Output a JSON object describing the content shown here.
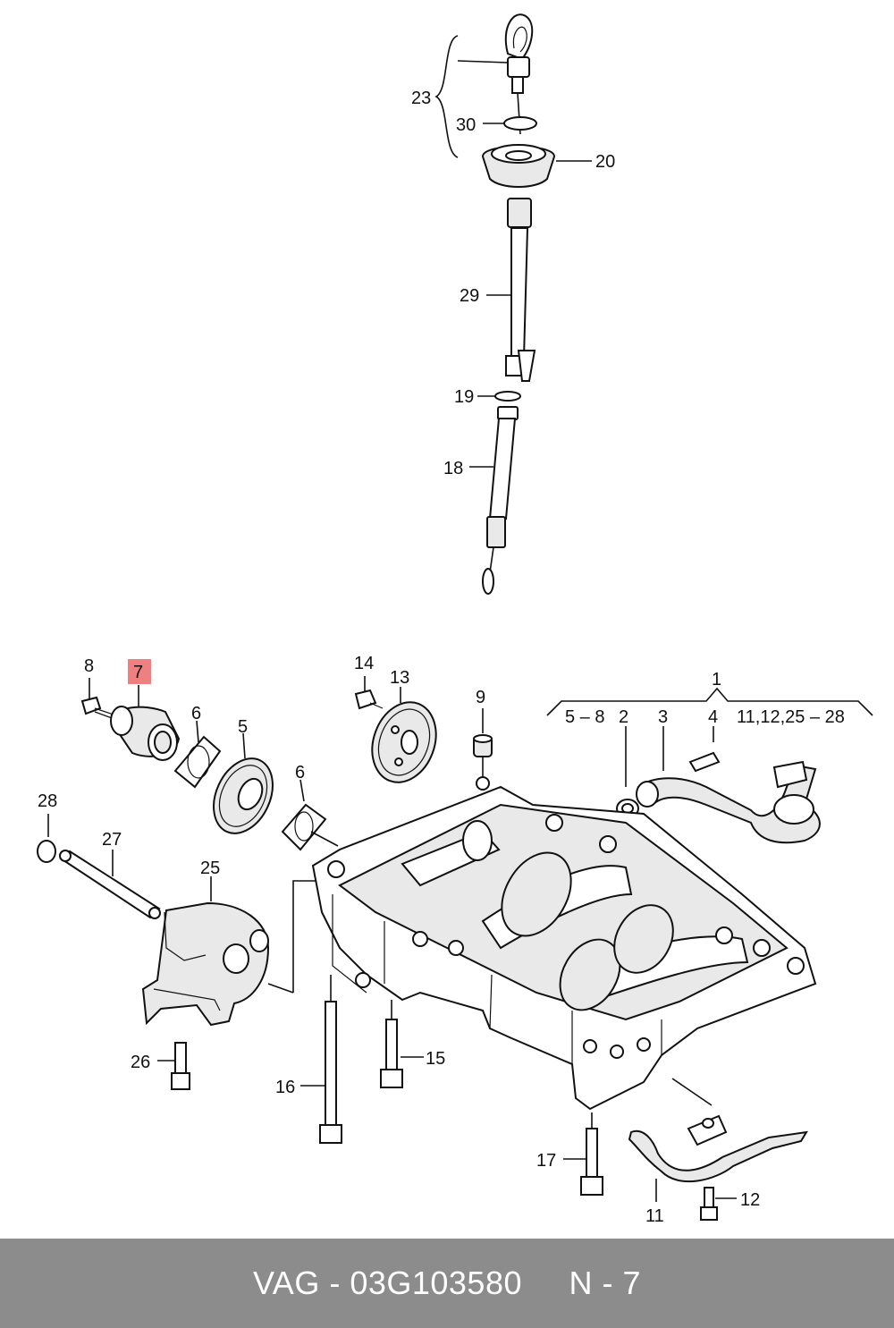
{
  "callouts": {
    "c1": "1",
    "c2": "2",
    "c3": "3",
    "c4": "4",
    "c5": "5",
    "c6a": "6",
    "c6b": "6",
    "c7": "7",
    "c8": "8",
    "c9": "9",
    "c11": "11",
    "c12": "12",
    "c13": "13",
    "c14": "14",
    "c15": "15",
    "c16": "16",
    "c17": "17",
    "c18": "18",
    "c19": "19",
    "c20": "20",
    "c23": "23",
    "c25": "25",
    "c26": "26",
    "c27": "27",
    "c28": "28",
    "c29": "29",
    "c30": "30",
    "g58": "5 – 8",
    "g1128": "11,12,25 – 28"
  },
  "highlight_color": "#f08080",
  "footer": {
    "text": "VAG - 03G103580     N - 7",
    "background": "#8c8c8c"
  }
}
